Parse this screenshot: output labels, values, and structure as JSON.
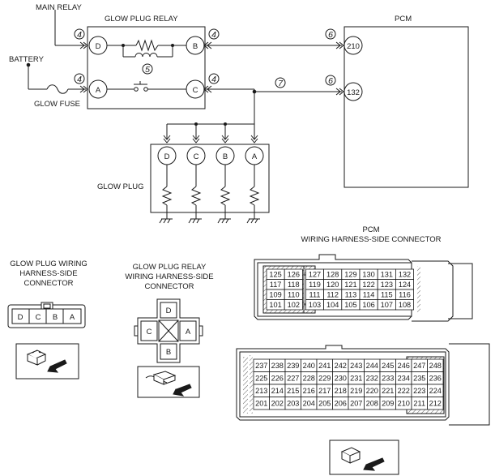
{
  "labels": {
    "main_relay": "MAIN RELAY",
    "battery": "BATTERY",
    "glow_fuse": "GLOW FUSE",
    "glow_plug_relay": "GLOW PLUG  RELAY",
    "pcm": "PCM",
    "glow_plug": "GLOW PLUG",
    "gp_harness_connector": [
      "GLOW PLUG  WIRING",
      "HARNESS-SIDE",
      "CONNECTOR"
    ],
    "gpr_harness_connector": [
      "GLOW PLUG  RELAY",
      "WIRING HARNESS-SIDE",
      "CONNECTOR"
    ],
    "pcm_harness_connector": [
      "PCM",
      "WIRING HARNESS-SIDE CONNECTOR"
    ]
  },
  "relay_terminals": [
    "D",
    "B",
    "A",
    "C"
  ],
  "pcm_terminals": [
    "210",
    "132"
  ],
  "circuit_numbers": {
    "main_relay": "4",
    "relay_b": "4",
    "battery": "4",
    "relay_c": "4",
    "relay_switch": "5",
    "pcm_210": "6",
    "pcm_132": "6",
    "glow_line": "7"
  },
  "glow_plug_terminals": [
    "D",
    "C",
    "B",
    "A"
  ],
  "gp_connector_pins": [
    "D",
    "C",
    "B",
    "A"
  ],
  "gpr_connector_pins": {
    "top": "D",
    "left": "C",
    "right": "A",
    "bottom": "B"
  },
  "pcm_connector_1": {
    "rows": [
      [
        "125",
        "126",
        "127",
        "128",
        "129",
        "130",
        "131",
        "132"
      ],
      [
        "117",
        "118",
        "119",
        "120",
        "121",
        "122",
        "123",
        "124"
      ],
      [
        "109",
        "110",
        "111",
        "112",
        "113",
        "114",
        "115",
        "116"
      ],
      [
        "101",
        "102",
        "103",
        "104",
        "105",
        "106",
        "107",
        "108"
      ]
    ]
  },
  "pcm_connector_2": {
    "rows": [
      [
        "237",
        "238",
        "239",
        "240",
        "241",
        "242",
        "243",
        "244",
        "245",
        "246",
        "247",
        "248"
      ],
      [
        "225",
        "226",
        "227",
        "228",
        "229",
        "230",
        "231",
        "232",
        "233",
        "234",
        "235",
        "236"
      ],
      [
        "213",
        "214",
        "215",
        "216",
        "217",
        "218",
        "219",
        "220",
        "221",
        "222",
        "223",
        "224"
      ],
      [
        "201",
        "202",
        "203",
        "204",
        "205",
        "206",
        "207",
        "208",
        "209",
        "210",
        "211",
        "212"
      ]
    ]
  }
}
